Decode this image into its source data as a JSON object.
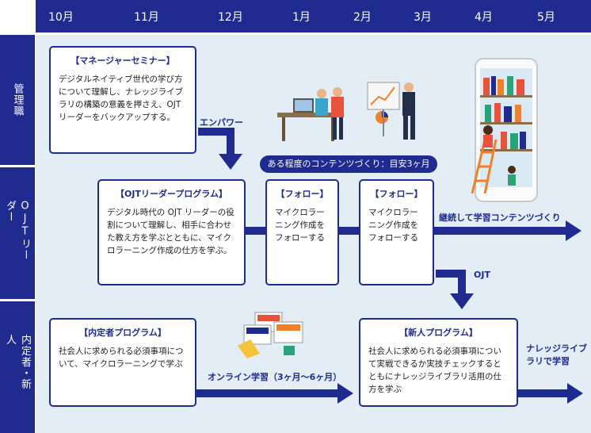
{
  "timeline": {
    "months": [
      "10月",
      "11月",
      "12月",
      "1月",
      "2月",
      "3月",
      "4月",
      "5月"
    ]
  },
  "rows": {
    "managers": "管理職",
    "ojt_leaders": "OJTリーダー",
    "newcomers": "内定者・新人"
  },
  "boxes": {
    "manager_seminar": {
      "title": "【マネージャーセミナー】",
      "body": "デジタルネイティブ世代の学び方について理解し、ナレッジライブラリの構築の意義を押さえ、OJT リーダーをバックアップする。"
    },
    "ojt_program": {
      "title": "【OJTリーダープログラム】",
      "body": "デジタル時代の OJT リーダーの役割について理解し、相手に合わせた教え方を学ぶとともに、マイクロラーニング作成の仕方を学ぶ。"
    },
    "follow_1": {
      "title": "【フォロー】",
      "body": "マイクロラーニング作成をフォローする"
    },
    "follow_2": {
      "title": "【フォロー】",
      "body": "マイクロラーニング作成をフォローする"
    },
    "intern_program": {
      "title": "【内定者プログラム】",
      "body": "社会人に求められる必須事項について、マイクロラーニングで学ぶ"
    },
    "new_hire_program": {
      "title": "【新人プログラム】",
      "body": "社会人に求められる必須事項について実戦できるか実技チェックするとともにナレッジライブラリ活用の仕方を学ぶ"
    }
  },
  "labels": {
    "empower": "エンパワー",
    "content_creation": "ある程度のコンテンツづくり：目安3ヶ月",
    "continuous": "継続して学習コンテンツづくり",
    "ojt": "OJT",
    "online": "オンライン学習（3ヶ月〜6ヶ月）",
    "knowledge_library": "ナレッジライブラリで学習"
  },
  "colors": {
    "navy": "#1f2b8f",
    "lane_bg": "#e3edf5",
    "accent_orange": "#f0812a"
  }
}
